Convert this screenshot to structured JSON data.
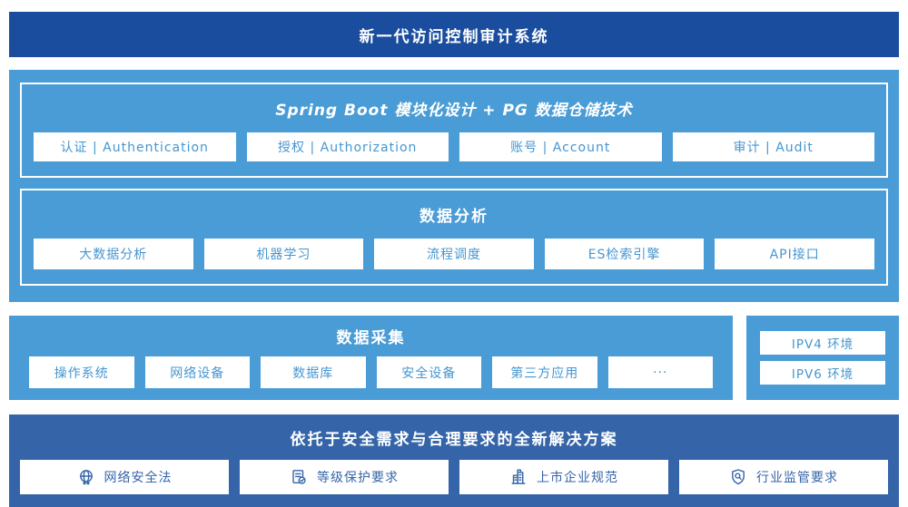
{
  "colors": {
    "banner_bg": "#1a4d9d",
    "platform_bg": "#4a9cd6",
    "solution_bg": "#3565a8",
    "chip_text_light_blue": "#4696d0",
    "chip_text_dark_blue": "#3565a8"
  },
  "banner": {
    "title": "新一代访问控制审计系统"
  },
  "platform": {
    "sections": [
      {
        "title": "Spring Boot 模块化设计 + PG 数据仓储技术",
        "items": [
          "认证 | Authentication",
          "授权 | Authorization",
          "账号 | Account",
          "审计 | Audit"
        ]
      },
      {
        "title": "数据分析",
        "items": [
          "大数据分析",
          "机器学习",
          "流程调度",
          "ES检索引擎",
          "API接口"
        ]
      }
    ]
  },
  "collection": {
    "title": "数据采集",
    "items": [
      "操作系统",
      "网络设备",
      "数据库",
      "安全设备",
      "第三方应用",
      "···"
    ]
  },
  "environments": {
    "items": [
      "IPV4 环境",
      "IPV6 环境"
    ]
  },
  "solution": {
    "title": "依托于安全需求与合理要求的全新解决方案",
    "items": [
      {
        "icon": "globe-icon",
        "label": "网络安全法"
      },
      {
        "icon": "document-check-icon",
        "label": "等级保护要求"
      },
      {
        "icon": "building-icon",
        "label": "上市企业规范"
      },
      {
        "icon": "shield-search-icon",
        "label": "行业监管要求"
      }
    ]
  }
}
